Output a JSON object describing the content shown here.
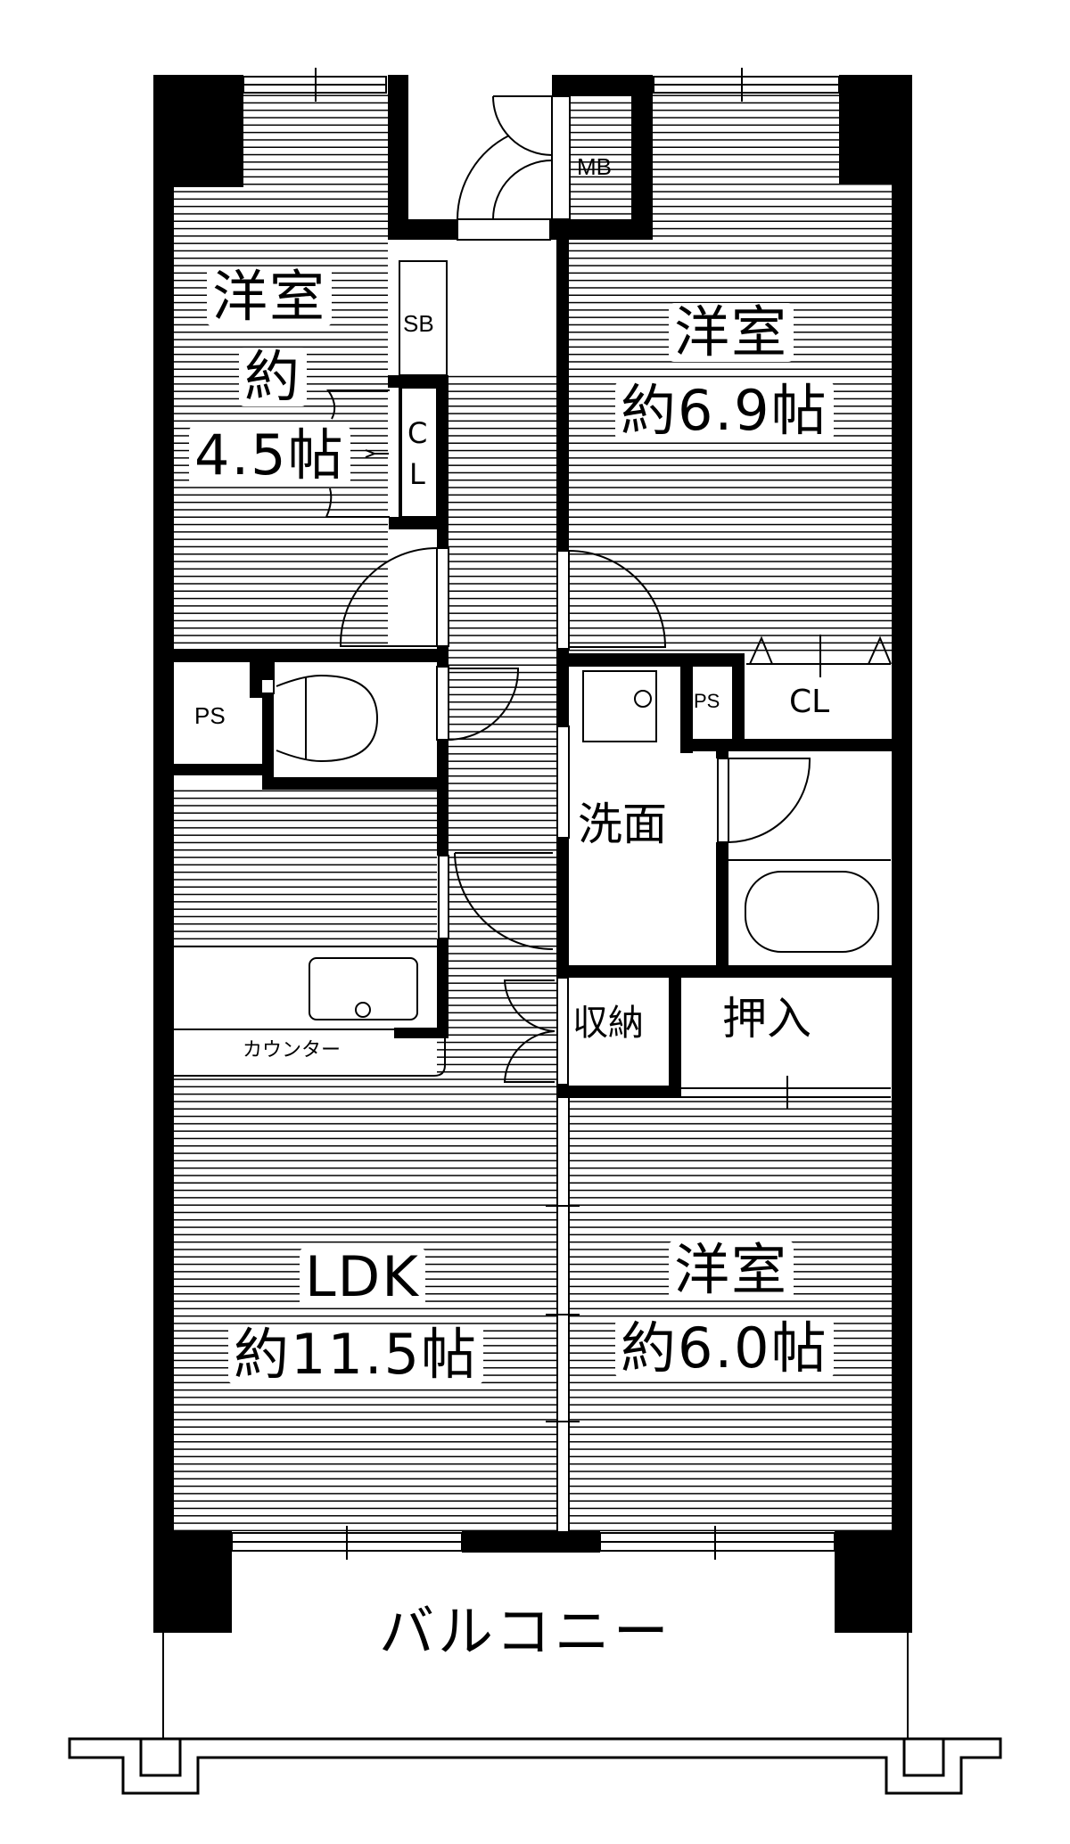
{
  "floorplan": {
    "colors": {
      "wall": "#000000",
      "floor_hatch": "#000000",
      "background": "#ffffff"
    },
    "rooms": [
      {
        "id": "western-room-4-5",
        "name": "洋室",
        "area_prefix": "約",
        "area": "4.5帖"
      },
      {
        "id": "western-room-6-9",
        "name": "洋室",
        "area": "約6.9帖"
      },
      {
        "id": "ldk",
        "name": "LDK",
        "area": "約11.5帖"
      },
      {
        "id": "western-room-6-0",
        "name": "洋室",
        "area": "約6.0帖"
      },
      {
        "id": "washroom",
        "name": "洗面"
      },
      {
        "id": "storage",
        "name": "収納"
      },
      {
        "id": "oshiire",
        "name": "押入"
      },
      {
        "id": "balcony",
        "name": "バルコニー"
      }
    ],
    "fixtures": {
      "mb": "MB",
      "sb": "SB",
      "cl_vertical_1": "C",
      "cl_vertical_2": "L",
      "cl": "CL",
      "ps_left": "PS",
      "ps_right": "PS",
      "counter": "カウンター"
    }
  }
}
